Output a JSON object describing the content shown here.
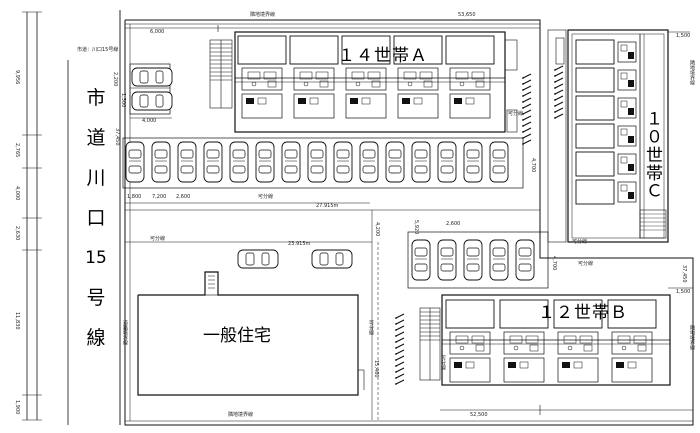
{
  "road": {
    "name_chars": [
      "市",
      "道",
      "川",
      "口",
      "15",
      "号",
      "線"
    ],
    "header": "市道：川口15号線"
  },
  "blocks": {
    "a": "１４世帯Ａ",
    "b": "１２世帯Ｂ",
    "c": "１０世帯Ｃ",
    "house": "一般住宅"
  },
  "boundary": {
    "top": "隣地境界線",
    "bottom": "隣地境界線",
    "right_top": "隣地境界線",
    "right_mid": "隣地境界線",
    "left": "道路境界線"
  },
  "dimensions": {
    "top_width": "53,650",
    "bottom_width": "52,500",
    "top_left": "6,000",
    "left_4000": "4,000",
    "row_1800": "1,800",
    "row_7200": "7,200",
    "row_2600": "2,600",
    "mid_2600": "2,600",
    "mid_4700": "4,700",
    "len_27915": "27.915m",
    "len_23915": "23.915m",
    "mid_4200": "4,200",
    "b_4700": "4,700",
    "right_1500a": "1,500",
    "right_1500b": "1,500",
    "right_37450": "37,450",
    "left_depth": "37,450",
    "left_2200": "2,200",
    "left_1300": "1,300",
    "left_15460": "15,460",
    "v_5920": "5,920",
    "ruler": [
      "9,956",
      "2,765",
      "4,000",
      "2,630",
      "11,830",
      "1,900"
    ]
  },
  "notes": {
    "split1": "可分線",
    "split2": "可分線",
    "split3": "可分線",
    "split4": "可分線",
    "split5": "可分線",
    "split6": "可分線",
    "width_col": "可分線"
  }
}
